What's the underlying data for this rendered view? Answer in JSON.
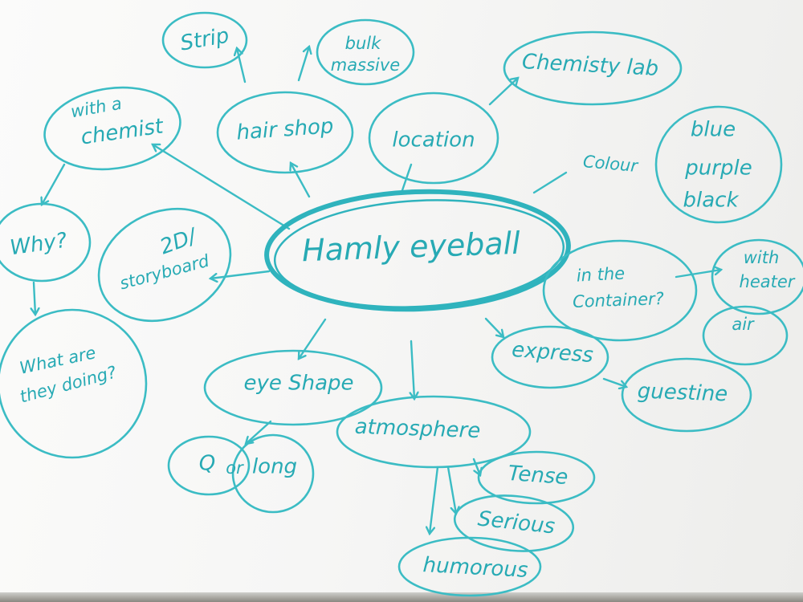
{
  "ink_color": "#3bbcc4",
  "center": {
    "label": "Hamly eyeball"
  },
  "nodes": {
    "strip": "Strip",
    "bulk_massive": [
      "bulk",
      "massive"
    ],
    "hair_shop": "hair shop",
    "with_a_chemist": [
      "with a",
      "chemist"
    ],
    "location": "location",
    "chemistry_lab": "Chemisty lab",
    "colour": "Colour",
    "blue_purple_black": [
      "blue",
      "purple",
      "black"
    ],
    "why": "Why?",
    "storyboard": [
      "2D/",
      "storyboard"
    ],
    "what_are_they_doing": [
      "What are",
      "they doing?"
    ],
    "in_the_container": [
      "in the",
      "Container?"
    ],
    "with_heater": [
      "with",
      "heater"
    ],
    "air": "air",
    "express": "express",
    "question": "guestine",
    "eye_shape": "eye Shape",
    "q": "Q",
    "or": "or",
    "long": "long",
    "atmosphere": "atmosphere",
    "tense": "Tense",
    "serious": "Serious",
    "humorous": "humorous"
  }
}
